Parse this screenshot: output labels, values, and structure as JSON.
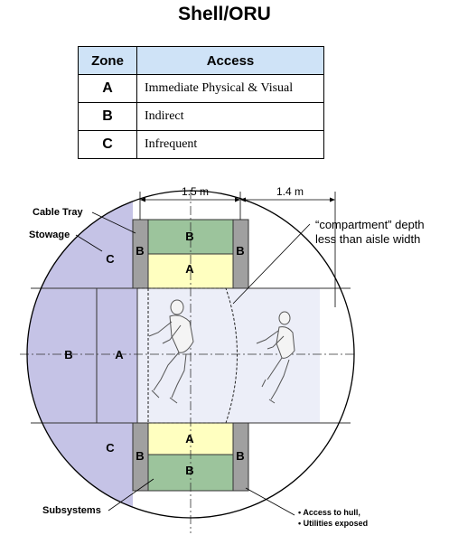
{
  "title": "Shell/ORU",
  "table": {
    "headers": [
      "Zone",
      "Access"
    ],
    "rows": [
      {
        "zone": "A",
        "access": "Immediate Physical & Visual"
      },
      {
        "zone": "B",
        "access": "Indirect"
      },
      {
        "zone": "C",
        "access": "Infrequent"
      }
    ]
  },
  "diagram": {
    "dim_left": "1.5 m",
    "dim_right": "1.4 m",
    "labels": {
      "cable_tray": "Cable Tray",
      "stowage": "Stowage",
      "subsystems": "Subsystems",
      "compartment_line1": "“compartment” depth",
      "compartment_line2": "less than aisle width",
      "access_line1": "• Access to hull,",
      "access_line2": "• Utilities exposed"
    },
    "zones": {
      "top_left": "C",
      "bottom_left": "C",
      "left_outer": "B",
      "left_inner": "A",
      "top_green": "B",
      "top_yellow": "A",
      "bottom_yellow": "A",
      "bottom_green": "B",
      "rack_tl": "B",
      "rack_tr": "B",
      "rack_bl": "B",
      "rack_br": "B"
    },
    "colors": {
      "zone_c": "#c5c3e6",
      "zone_b_green": "#9cc49c",
      "zone_a_yellow": "#ffffc0",
      "aisle": "#eceef8",
      "rack_gray": "#a0a0a0"
    }
  }
}
